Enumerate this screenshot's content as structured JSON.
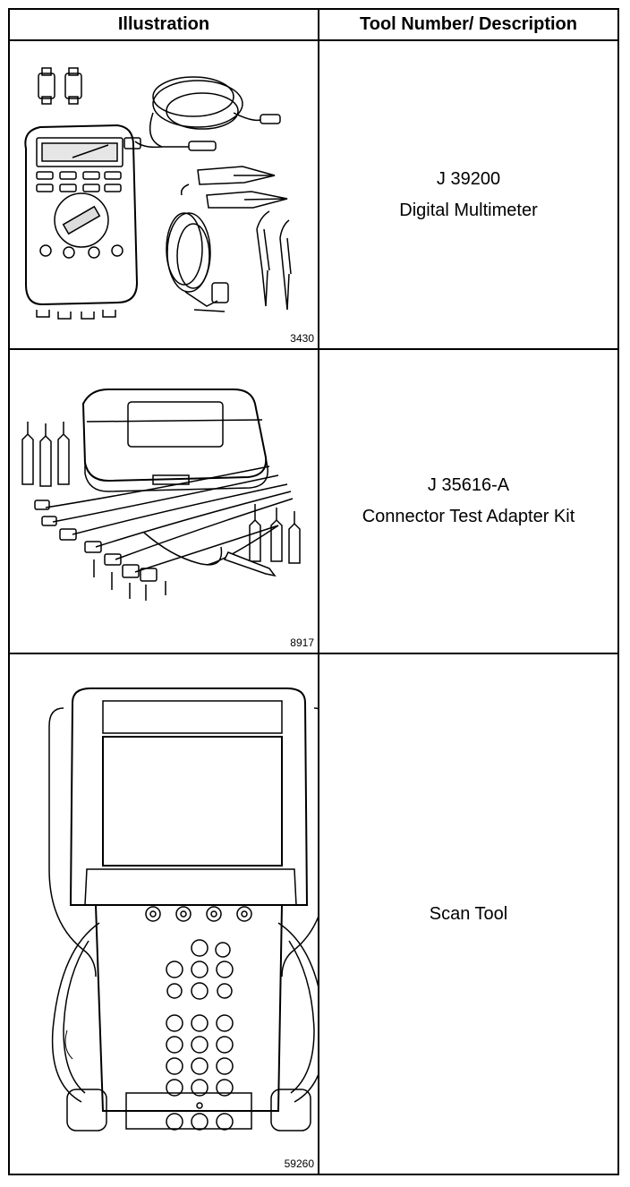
{
  "table": {
    "headers": {
      "illustration": "Illustration",
      "tool": "Tool Number/ Description"
    },
    "rows": [
      {
        "figure_number": "3430",
        "tool_number": "J 39200",
        "description": "Digital Multimeter"
      },
      {
        "figure_number": "8917",
        "tool_number": "J 35616-A",
        "description": "Connector Test Adapter Kit"
      },
      {
        "figure_number": "59260",
        "tool_number": "",
        "description": "Scan Tool"
      }
    ]
  }
}
